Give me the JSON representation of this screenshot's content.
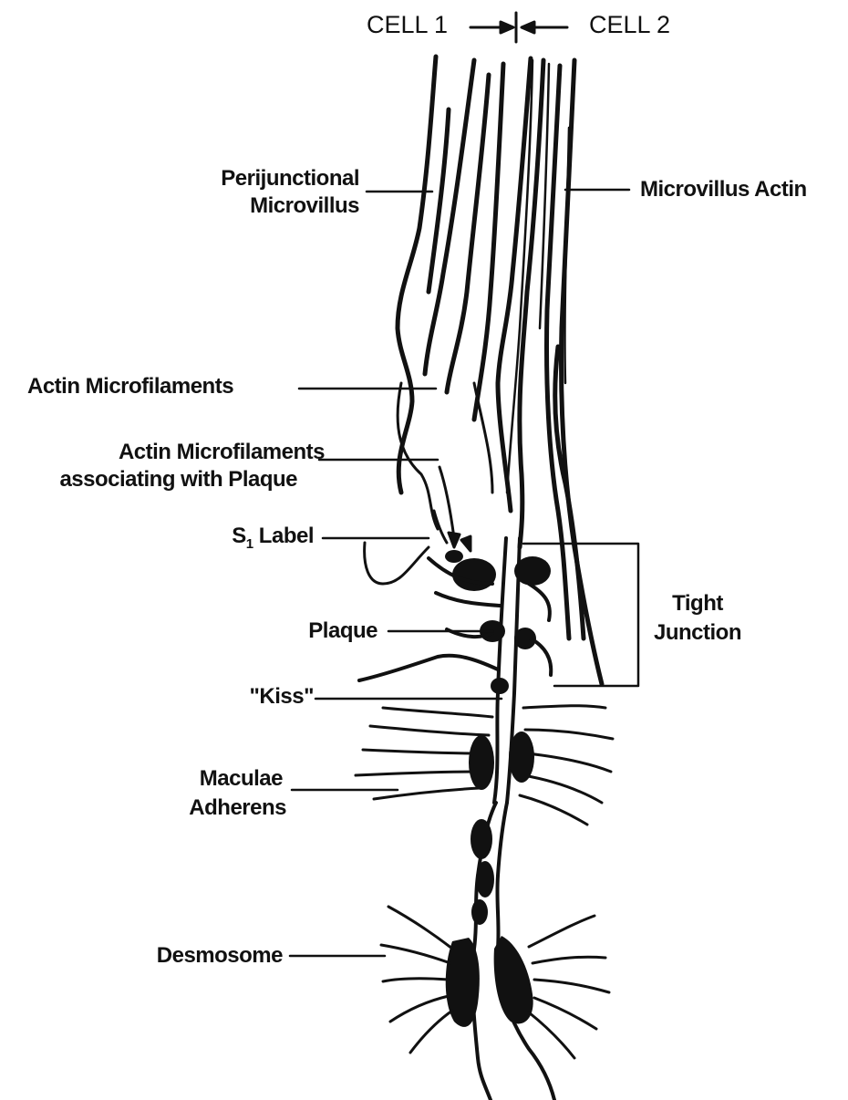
{
  "header": {
    "cell1": "CELL 1",
    "cell2": "CELL 2"
  },
  "labels": {
    "perijunctional_line1": "Perijunctional",
    "perijunctional_line2": "Microvillus",
    "microvillus_actin": "Microvillus Actin",
    "actin_microfilaments": "Actin Microfilaments",
    "actin_plaque_line1": "Actin Microfilaments",
    "actin_plaque_line2": "associating with Plaque",
    "s1_label_s": "S",
    "s1_label_sub": "1",
    "s1_label_rest": " Label",
    "tight_line1": "Tight",
    "tight_line2": "Junction",
    "plaque": "Plaque",
    "kiss": "\"Kiss\"",
    "maculae_line1": "Maculae",
    "maculae_line2": "Adherens",
    "desmosome": "Desmosome"
  }
}
